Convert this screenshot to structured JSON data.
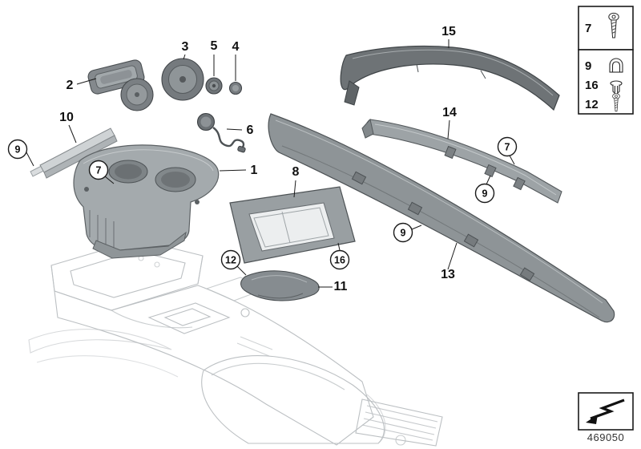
{
  "callouts": {
    "p1": "1",
    "p2": "2",
    "p3": "3",
    "p4": "4",
    "p5": "5",
    "p6": "6",
    "p8": "8",
    "p10": "10",
    "p11": "11",
    "p13": "13",
    "p14": "14",
    "p15": "15"
  },
  "balloons": {
    "left_9": "9",
    "console_7": "7",
    "bracket_12": "12",
    "frame_16": "16",
    "trim13_9": "9",
    "trim14_7": "7",
    "trim14_9": "9"
  },
  "legend": {
    "box1": {
      "label": "7",
      "icon": "screw-icon"
    },
    "box2_rows": [
      {
        "label": "9",
        "icon": "spring-clip-icon"
      },
      {
        "label": "16",
        "icon": "grommet-icon"
      },
      {
        "label": "12",
        "icon": "screw-icon"
      }
    ]
  },
  "footer": {
    "symbol": "fold-arrow-icon",
    "drawing_number": "469050"
  },
  "palette": {
    "part_dark": "#6e7376",
    "part_mid": "#8e9497",
    "part_light": "#cfd3d5",
    "console_line": "#bcc0c3",
    "ink": "#1a1a1a"
  }
}
